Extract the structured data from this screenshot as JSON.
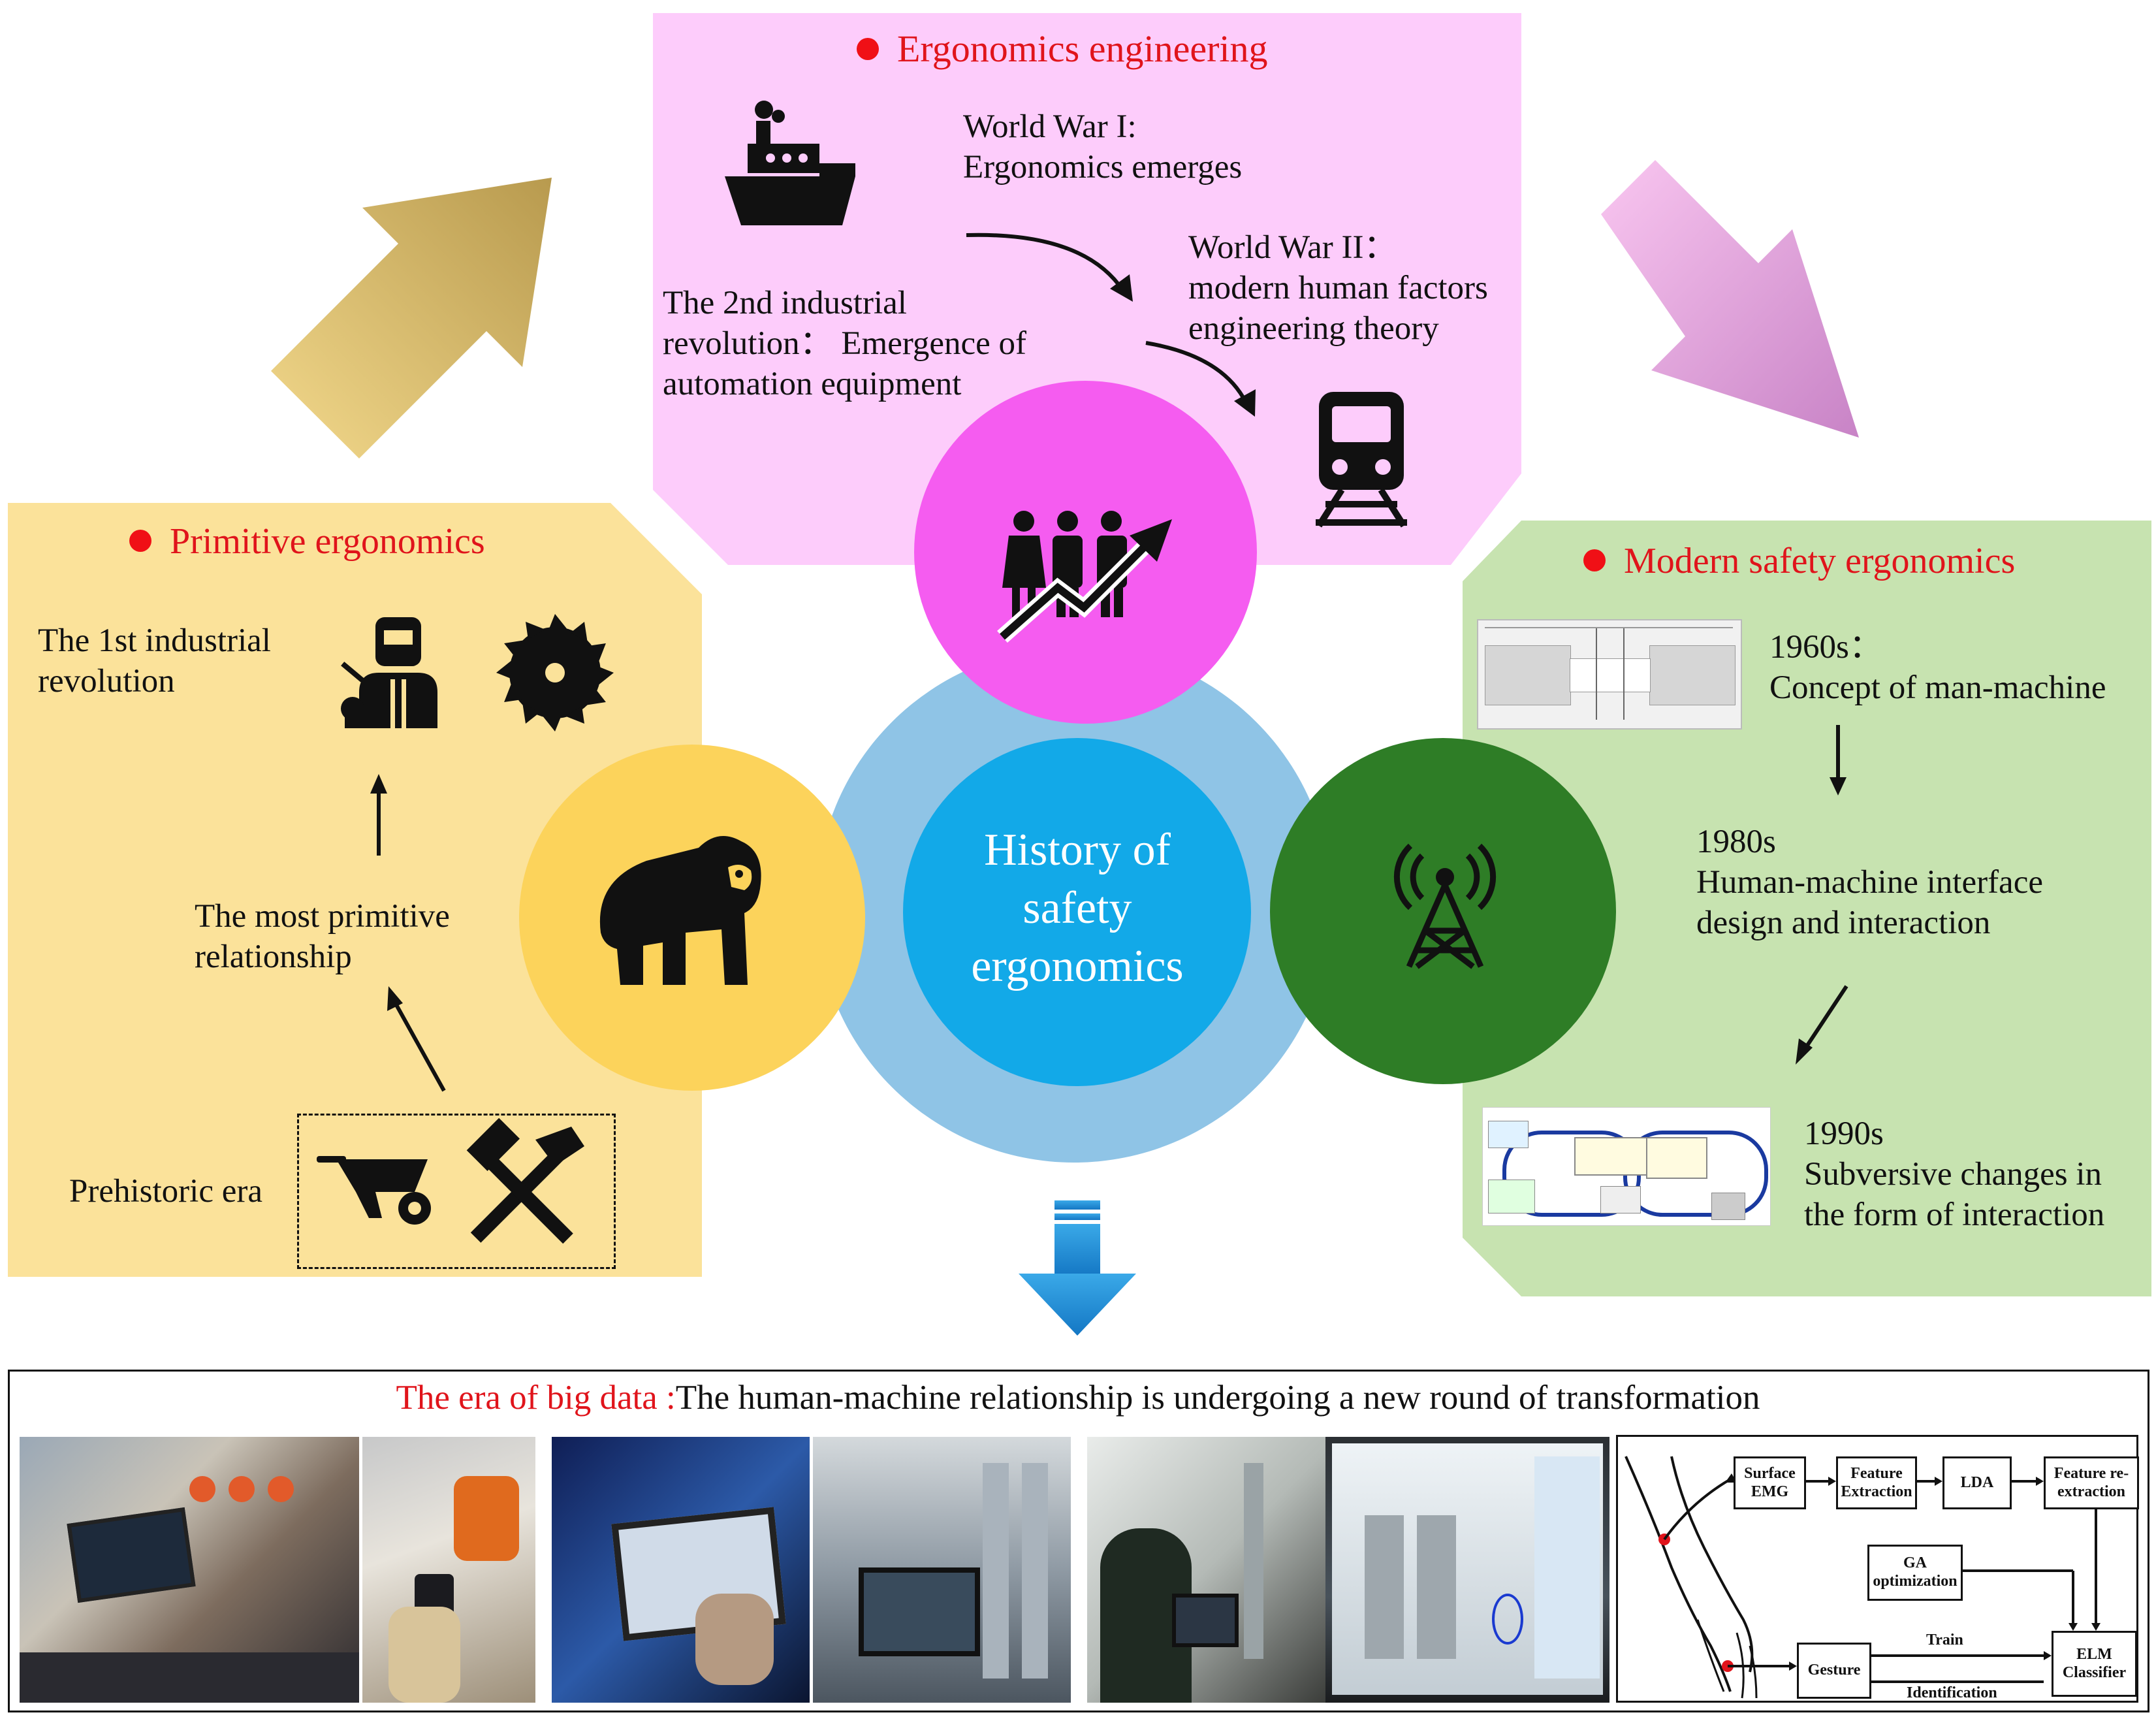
{
  "center": {
    "title": "History of safety ergonomics"
  },
  "ergonomics_engineering": {
    "heading": "Ergonomics engineering",
    "ww1_line1": "World War I:",
    "ww1_line2": "Ergonomics emerges",
    "ww2_line1": "World War II：",
    "ww2_line2": "modern human factors",
    "ww2_line3": "engineering theory",
    "ind2_line1": "The 2nd industrial",
    "ind2_line2": "revolution：  Emergence of",
    "ind2_line3": "automation equipment",
    "icons": [
      "ship-icon",
      "train-icon",
      "people-growth-icon"
    ]
  },
  "primitive_ergonomics": {
    "heading": "Primitive ergonomics",
    "ind1_line1": "The 1st industrial",
    "ind1_line2": "revolution",
    "primitive_line1": "The most primitive",
    "primitive_line2": "relationship",
    "prehistoric": "Prehistoric era",
    "icons": [
      "welder-icon",
      "saw-blade-icon",
      "gorilla-icon",
      "wheelbarrow-icon",
      "hammers-icon"
    ]
  },
  "modern_safety_ergonomics": {
    "heading": "Modern safety ergonomics",
    "s1960_line1": "1960s：",
    "s1960_line2": "Concept of man-machine",
    "s1980_line1": "1980s",
    "s1980_line2": "Human-machine interface",
    "s1980_line3": "design and interaction",
    "s1990_line1": "1990s",
    "s1990_line2": "Subversive changes in",
    "s1990_line3": "the form of interaction",
    "icons": [
      "antenna-tower-icon"
    ]
  },
  "big_data": {
    "title_red": "The era of big data :",
    "title_black": "The human-machine relationship is undergoing a new round of transformation",
    "diagram": {
      "surface_emg": "Surface EMG",
      "feature_extraction": "Feature Extraction",
      "lda": "LDA",
      "feature_reextraction": "Feature re-extraction",
      "ga_optimization": "GA optimization",
      "gesture": "Gesture",
      "elm_classifier": "ELM Classifier",
      "train": "Train",
      "identification": "Identification"
    }
  },
  "colors": {
    "primitive_panel": "#fbe29a",
    "engineering_panel": "#fdccfb",
    "modern_panel": "#c7e3b0",
    "yellow_circle": "#fcd35b",
    "magenta_circle": "#f55cf0",
    "green_circle": "#2e7d26",
    "outer_blue": "#8fc4e6",
    "inner_blue": "#12a9e8",
    "red_heading": "#e0141b"
  }
}
